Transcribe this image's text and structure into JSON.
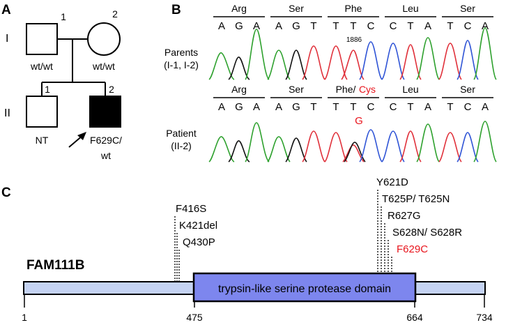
{
  "panel_labels": {
    "a": "A",
    "b": "B",
    "c": "C"
  },
  "pedigree": {
    "generations": [
      "I",
      "II"
    ],
    "individuals": [
      {
        "id": "I-1",
        "number": "1",
        "sex": "male",
        "affected": false,
        "genotype": "wt/wt"
      },
      {
        "id": "I-2",
        "number": "2",
        "sex": "female",
        "affected": false,
        "genotype": "wt/wt"
      },
      {
        "id": "II-1",
        "number": "1",
        "sex": "male",
        "affected": false,
        "genotype": "NT"
      },
      {
        "id": "II-2",
        "number": "2",
        "sex": "male",
        "affected": true,
        "proband": true,
        "genotype_lines": [
          "F629C/",
          "wt"
        ]
      }
    ]
  },
  "sequencing": {
    "parents": {
      "label_lines": [
        "Parents",
        "(I-1, I-2)"
      ],
      "codons": [
        "Arg",
        "Ser",
        "Phe",
        "Leu",
        "Ser"
      ],
      "bases": [
        "A",
        "G",
        "A",
        "A",
        "G",
        "T",
        "T",
        "T",
        "C",
        "C",
        "T",
        "A",
        "T",
        "C",
        "A"
      ],
      "position_label": "1886"
    },
    "patient": {
      "label_lines": [
        "Patient",
        "(II-2)"
      ],
      "codons": [
        "Arg",
        "Ser",
        "Phe/",
        "Leu",
        "Ser"
      ],
      "mutant_codon": "Cys",
      "bases": [
        "A",
        "G",
        "A",
        "A",
        "G",
        "T",
        "T",
        "T",
        "C",
        "C",
        "T",
        "A",
        "T",
        "C",
        "A"
      ],
      "mutant_base": "G"
    },
    "trace_colors": {
      "A": "#2ea12e",
      "G": "#111111",
      "T": "#e0303a",
      "C": "#2f54d6"
    }
  },
  "protein": {
    "name": "FAM111B",
    "domain_label": "trypsin-like serine protease domain",
    "length": 734,
    "domain_start": 475,
    "domain_end": 664,
    "tick_labels": [
      "1",
      "475",
      "664",
      "734"
    ],
    "mutations_left": [
      "F416S",
      "K421del",
      "Q430P"
    ],
    "mutations_right": [
      "Y621D",
      "T625P/ T625N",
      "R627G",
      "S628N/ S628R"
    ],
    "highlight_mutation": "F629C",
    "colors": {
      "bar": "#c5d3f3",
      "domain": "#7d86ee",
      "highlight": "#e8141c"
    }
  }
}
